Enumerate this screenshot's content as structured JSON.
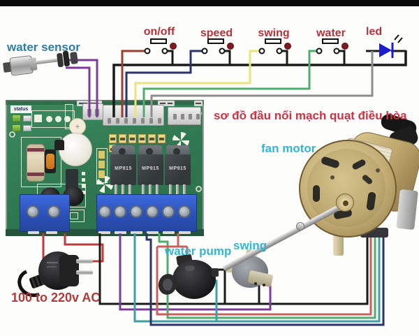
{
  "diagram_title": "sơ đồ đầu nối mạch quạt điều hòa",
  "labels": {
    "water_sensor": "water sensor",
    "fan_motor": "fan motor",
    "water_pump": "water pump",
    "swing_motor": "swing",
    "ac_power": "100 to 220v AC",
    "led": "led"
  },
  "switches": [
    {
      "label": "on/off"
    },
    {
      "label": "speed"
    },
    {
      "label": "swing"
    },
    {
      "label": "water"
    }
  ],
  "board": {
    "status_label": "status",
    "transistors": [
      {
        "label": "MP915"
      },
      {
        "label": "MP915"
      },
      {
        "label": "MP915"
      }
    ]
  },
  "colors": {
    "wire_purple": "#7d3a96",
    "wire_black": "#1a1a1a",
    "wire_dark_red": "#9e3c32",
    "wire_navy": "#2a3468",
    "wire_yellow": "#e9e480",
    "wire_green": "#4fae6e",
    "wire_gray": "#8d8d8d",
    "wire_teal": "#3f9fa8",
    "wire_pink": "#c86060",
    "wire_red": "#c03a3a",
    "label_red": "#b5323c",
    "label_cyan": "#35b6cf",
    "label_steel_blue": "#2e7ca8",
    "title_red": "#cc3344",
    "board_green": "#35835a",
    "terminal_blue": "#2d5bd1",
    "led_blue": "#1d1dd0"
  }
}
